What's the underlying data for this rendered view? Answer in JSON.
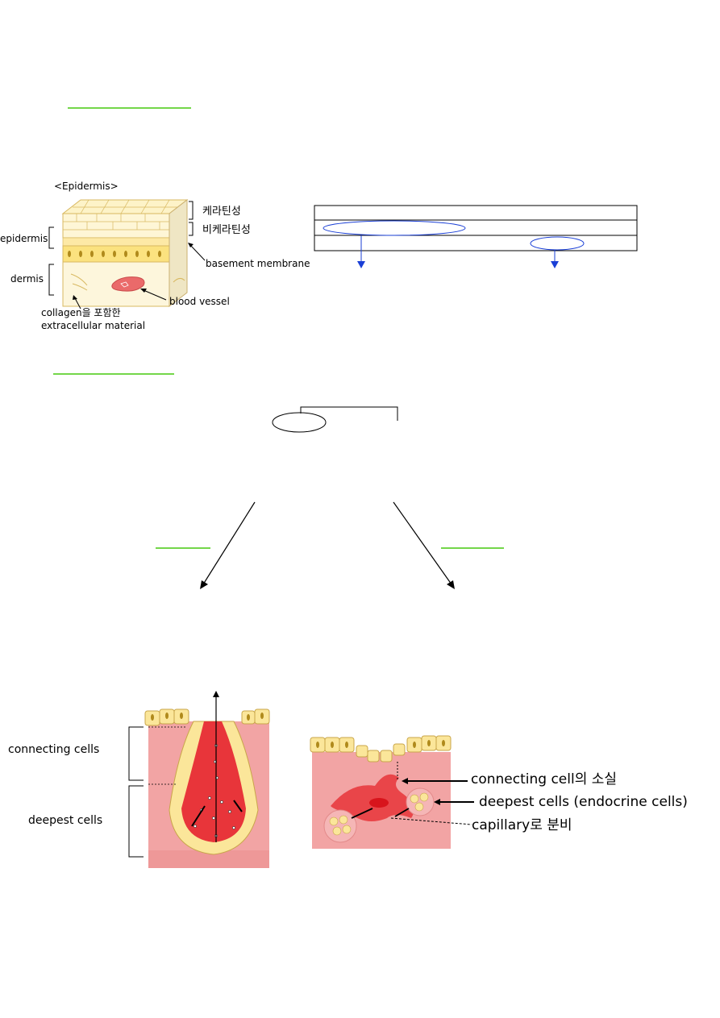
{
  "epidermis_figure": {
    "title": "<Epidermis>",
    "labels": {
      "keratinized": "케라틴성",
      "nonkeratinized": "비케라틴성",
      "epidermis": "epidermis",
      "dermis": "dermis",
      "basement_membrane": "basement membrane",
      "blood_vessel": "blood vessel",
      "collagen_line1": "collagen을 포함한",
      "collagen_line2": "extracellular material"
    }
  },
  "gland_figure": {
    "exocrine_labels": {
      "connecting_cells": "connecting cells",
      "deepest_cells": "deepest cells"
    },
    "endocrine_labels": {
      "loss_of_connecting": "connecting cell의 소실",
      "deepest_endocrine": "deepest cells (endocrine cells)",
      "secretion_capillary": "capillary로 분비"
    }
  },
  "colors": {
    "accent_green": "#74d64a",
    "arrow_blue": "#1a3fd6",
    "tissue_pink": "#f2a4a4",
    "lumen_red": "#e8353a",
    "cell_yellow": "#fbe69a",
    "nucleus": "#b08a1c"
  }
}
